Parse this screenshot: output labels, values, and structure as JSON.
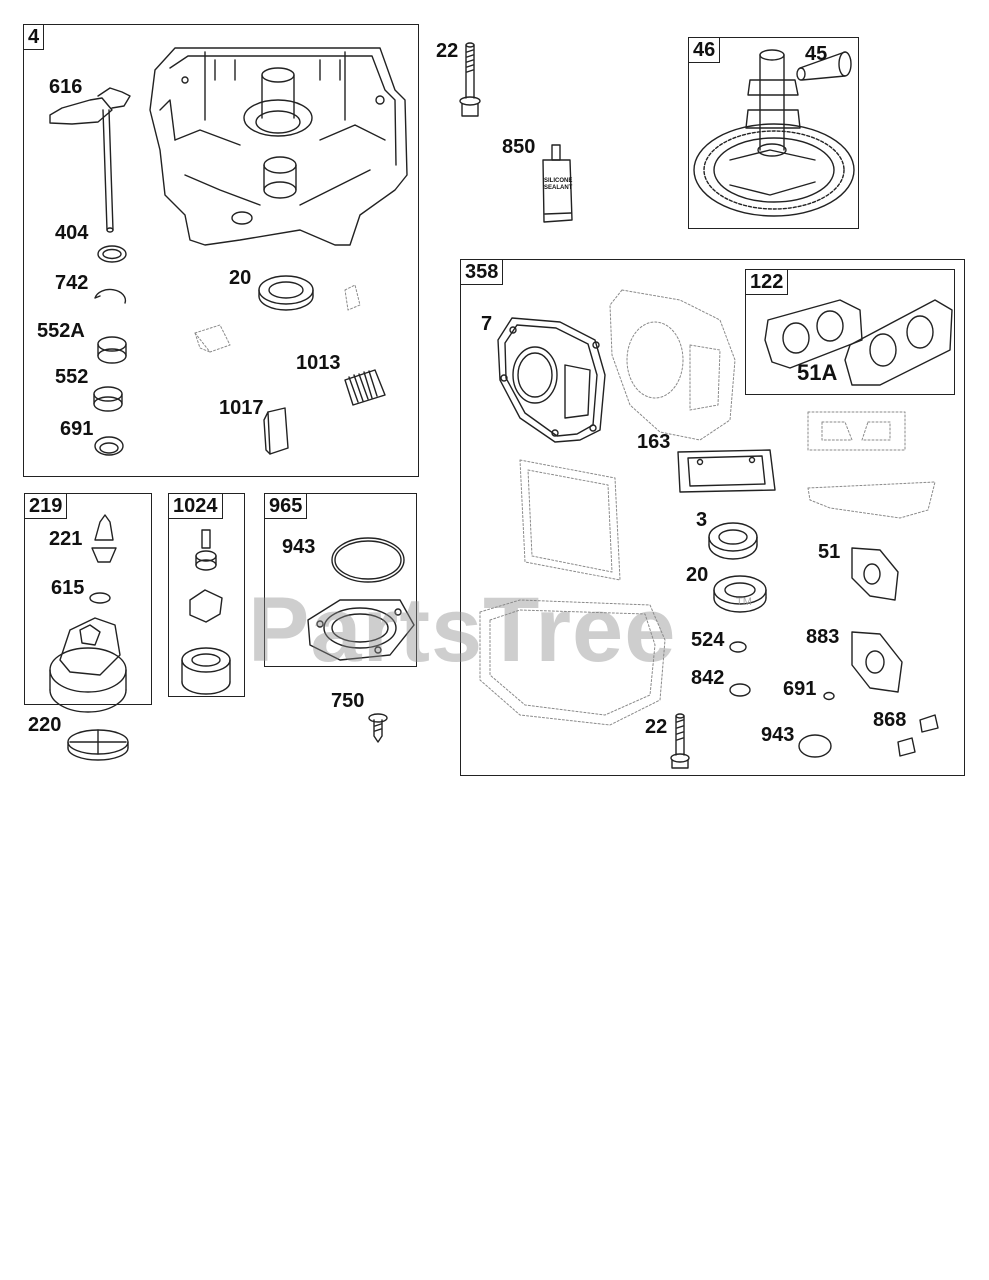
{
  "boxes": {
    "crankcase": "4",
    "camshaft": "46",
    "gasket_set": "358",
    "intake_gasket": "122",
    "oil_pump": "219",
    "filter": "1024",
    "cover": "965"
  },
  "labels": {
    "p616": "616",
    "p404": "404",
    "p742": "742",
    "p552A": "552A",
    "p552": "552",
    "p691": "691",
    "p20": "20",
    "p1013": "1013",
    "p1017": "1017",
    "p22_top": "22",
    "p850": "850",
    "p45": "45",
    "p7": "7",
    "p51A": "51A",
    "p163": "163",
    "p3": "3",
    "p20b": "20",
    "p51": "51",
    "p524": "524",
    "p883": "883",
    "p842": "842",
    "p691b": "691",
    "p22b": "22",
    "p943b": "943",
    "p868": "868",
    "p221": "221",
    "p615": "615",
    "p220": "220",
    "p943": "943",
    "p750": "750"
  },
  "sealant_text": [
    "SILICONE",
    "SEALANT"
  ],
  "watermark": "PartsTree",
  "trademark": "TM",
  "colors": {
    "line": "#222222",
    "ghost": "#8a8a8a",
    "watermark": "#8c8c8c"
  }
}
